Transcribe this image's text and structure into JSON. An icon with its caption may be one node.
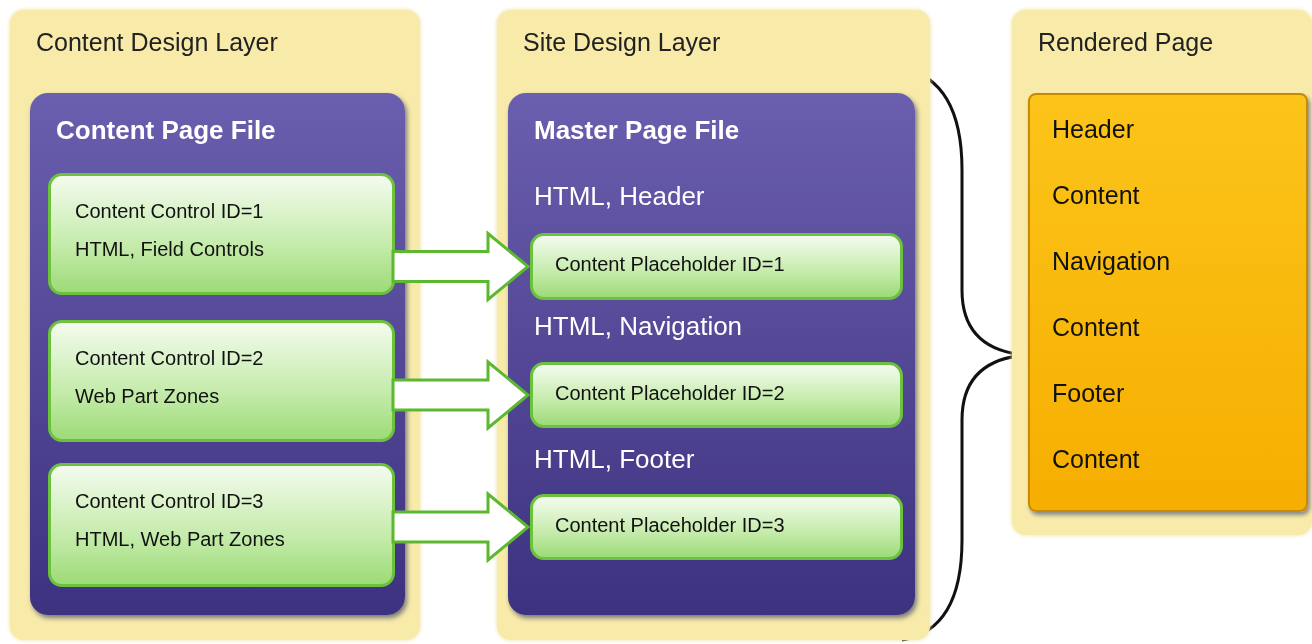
{
  "diagram": {
    "nodes": [
      {
        "text": [
          "Content Design Layer"
        ]
      },
      {
        "text": [
          "Content Page File"
        ],
        "in": 0
      },
      {
        "text": [
          "Content Control ID=1",
          "HTML, Field Controls"
        ],
        "in": 1
      },
      {
        "text": [
          "Content Control ID=2",
          "Web Part Zones"
        ],
        "in": 1
      },
      {
        "text": [
          "Content Control ID=3",
          "HTML, Web Part Zones"
        ],
        "in": 1
      },
      {
        "text": [
          "Site Design Layer"
        ]
      },
      {
        "text": [
          "Master Page File",
          "HTML, Header",
          "HTML, Navigation",
          "HTML, Footer"
        ],
        "in": 5
      },
      {
        "text": [
          "Content Placeholder ID=1"
        ],
        "in": 6
      },
      {
        "text": [
          "Content Placeholder ID=2"
        ],
        "in": 6
      },
      {
        "text": [
          "Content Placeholder ID=3"
        ],
        "in": 6
      },
      {
        "text": [
          "Rendered Page"
        ]
      },
      {
        "text": [
          "Header",
          "Content",
          "Navigation",
          "Content",
          "Footer",
          "Content"
        ],
        "in": 10
      }
    ],
    "edges": [
      {
        "from": 2,
        "to": 7,
        "arrow": "to"
      },
      {
        "from": 3,
        "to": 8,
        "arrow": "to"
      },
      {
        "from": 4,
        "to": 9,
        "arrow": "to"
      }
    ]
  }
}
